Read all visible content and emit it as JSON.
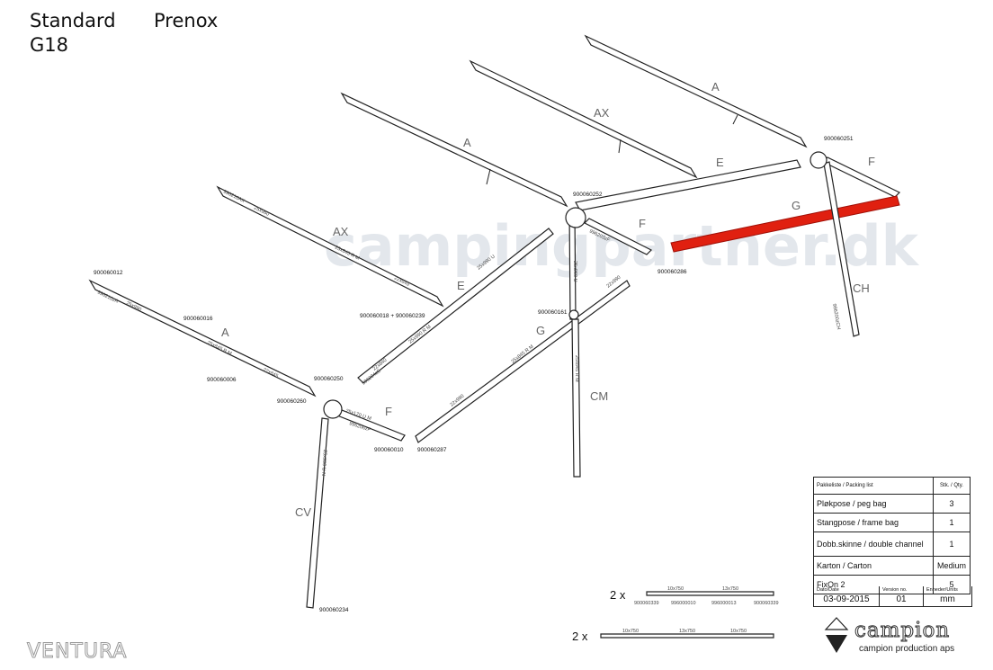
{
  "header": {
    "model": "Standard",
    "size": "G18",
    "product": "Prenox"
  },
  "watermark": {
    "text": "campingpartner.dk"
  },
  "segment_labels": {
    "A": "A",
    "AX": "AX",
    "E": "E",
    "F": "F",
    "G": "G",
    "CH": "CH",
    "CV": "CV",
    "CM": "CM"
  },
  "part_numbers": {
    "n251": "900060251",
    "n252": "900060252",
    "n286": "900060286",
    "n012": "900060012",
    "n016": "900060016",
    "n018_239": "900060018 + 900060239",
    "n161": "900060161",
    "n006": "900060006",
    "n260": "900060260",
    "n250": "900060250",
    "n010": "900060010",
    "n287": "900060287",
    "n234": "900060234"
  },
  "pole_marks": {
    "m1": "25x960",
    "m2": "25x845 R M",
    "m3": "22x845",
    "m4": "25x990 R M",
    "m5": "22x840",
    "m6": "25x990 U",
    "m7": "25x845 R M",
    "m8": "22x990",
    "m9": "25x845 R M",
    "m10": "22x845",
    "m11": "25x170 U M",
    "m12": "25x990 U N",
    "m13": "25x960 U",
    "m14": "25x990",
    "m15": "22x990",
    "m16": "996210AX",
    "m17": "996210zA",
    "m18": "996204zE",
    "m19": "996200zCH",
    "m20": "996203zF",
    "m21": "996206zF"
  },
  "packing_list": {
    "title": "Pakkeliste / Packing list",
    "qty_header": "Stk. / Qty.",
    "items": [
      {
        "name": "Pløkpose / peg bag",
        "qty": "3"
      },
      {
        "name": "Stangpose / frame bag",
        "qty": "1"
      },
      {
        "name": "Dobb.skinne / double channel",
        "qty": "1"
      },
      {
        "name": "Karton / Carton",
        "qty": "Medium"
      },
      {
        "name": "FixOn 2",
        "qty": "5"
      }
    ],
    "date_label": "Dato/Date",
    "date": "03-09-2015",
    "version_label": "Version no.",
    "version": "01",
    "units_label": "Enheder/Units",
    "units": "mm"
  },
  "extras": {
    "row1": {
      "count": "2 x",
      "p1": "10x750",
      "p2": "13x750",
      "n1": "900060339",
      "n2": "996000010",
      "n3": "996000013",
      "n4": "900060339"
    },
    "row2": {
      "count": "2 x",
      "p1": "10x750",
      "p2": "13x750",
      "p3": "10x750"
    }
  },
  "footer": {
    "brand": "campion",
    "company": "campion production aps",
    "logo_left": "VENTURA"
  },
  "colors": {
    "highlight": "#e02010",
    "line": "#222222"
  }
}
